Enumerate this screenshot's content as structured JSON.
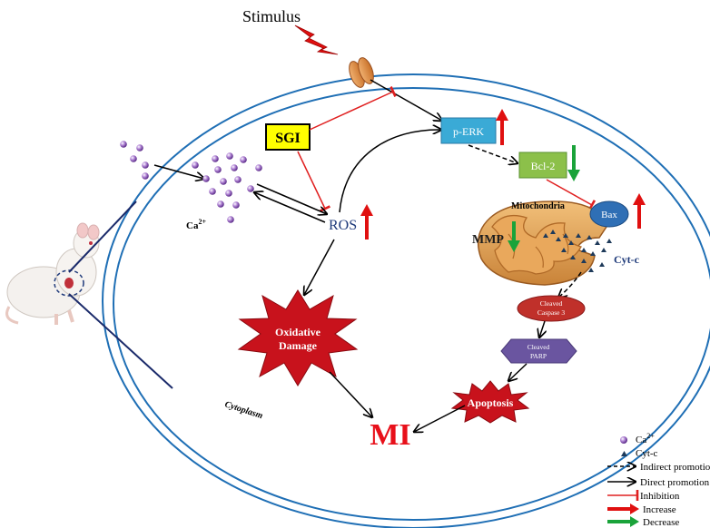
{
  "stimulus": "Stimulus",
  "sgi": "SGI",
  "calcium": {
    "base": "Ca",
    "sup": "2+"
  },
  "ros": "ROS",
  "perk": "p-ERK",
  "bcl2": "Bcl-2",
  "bax": "Bax",
  "mitochondria": "Mitochondria",
  "mmp": "MMP",
  "cytc": "Cyt-c",
  "caspase": {
    "line1": "Cleaved",
    "line2": "Caspase 3"
  },
  "parp": {
    "line1": "Cleaved",
    "line2": "PARP"
  },
  "oxidative": {
    "line1": "Oxidative",
    "line2": "Damage"
  },
  "apoptosis": "Apoptosis",
  "mi": "MI",
  "cytoplasm": "Cytoplasm",
  "legend": {
    "ca": {
      "base": "Ca",
      "sup": "2+"
    },
    "cytc": "Cyt-c",
    "indirect": "Indirect promotion",
    "direct": "Direct promotion",
    "inhibition": "Inhibition",
    "increase": "Increase",
    "decrease": "Decrease"
  },
  "colors": {
    "membrane": "#1f6fb5",
    "inhibition": "#e02020",
    "increase": "#e01010",
    "decrease": "#1aa33a",
    "ros_text": "#1e3a7a",
    "perk_box": "#3aaad6",
    "bcl2_box": "#8cc04a",
    "bax_box": "#2f6fb5",
    "calcium_dot": "#7a3fa8",
    "cytc_marker": "#1e3a5a",
    "burst": "#c8121c",
    "caspase": "#c0302a",
    "parp": "#6a55a0",
    "sgi_box": "#ffff00",
    "mi_text": "#e8101a"
  }
}
